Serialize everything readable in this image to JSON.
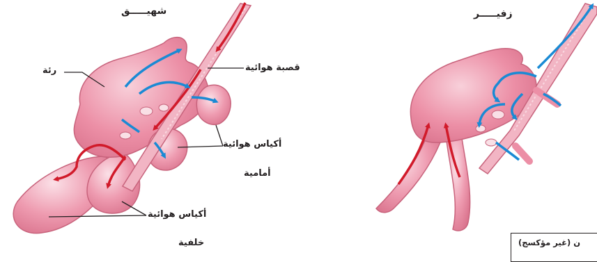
{
  "labels": {
    "inhale_title": "شهيـــــق",
    "exhale_title": "زفيـــــر",
    "lung": "رئة",
    "trachea": "قصبة هوائية",
    "anterior_sacs_line1": "أكياس هوائية",
    "anterior_sacs_line2": "أمامية",
    "posterior_sacs_line1": "أكياس هوائية",
    "posterior_sacs_line2": "خلفية",
    "legend_partial": "ن (غير مؤكسج)"
  },
  "colors": {
    "tissue": "#ec8fa6",
    "tissue_light": "#f6c3cf",
    "tissue_outline": "#c8637c",
    "oxygenated_arrow": "#d11a2a",
    "deoxygenated_arrow": "#1a8ad4",
    "leader_line": "#231f20"
  },
  "icons": {
    "red_arrow": "oxygenated-air-arrow-icon",
    "blue_arrow": "deoxygenated-air-arrow-icon"
  }
}
